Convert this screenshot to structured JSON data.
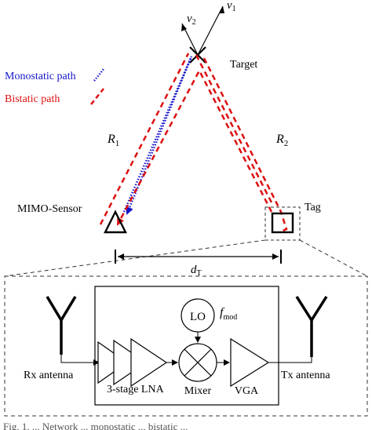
{
  "legend": {
    "monostatic": {
      "label": "Monostatic path",
      "color": "#1515cc"
    },
    "bistatic": {
      "label": "Bistatic path",
      "color": "#dd1111"
    }
  },
  "scene": {
    "target_label": "Target",
    "sensor_label": "MIMO-Sensor",
    "tag_label": "Tag",
    "v1_symbol": "v",
    "v1_sub": "1",
    "v2_symbol": "v",
    "v2_sub": "2",
    "r1_symbol": "R",
    "r1_sub": "1",
    "r2_symbol": "R",
    "r2_sub": "2",
    "dt_symbol": "d",
    "dt_sub": "T"
  },
  "circuit": {
    "rx_label": "Rx antenna",
    "tx_label": "Tx antenna",
    "lna_label": "3-stage LNA",
    "mixer_label": "Mixer",
    "vga_label": "VGA",
    "lo_label": "LO",
    "fmod_symbol": "f",
    "fmod_sub": "mod"
  },
  "caption_fragment": "Fig. 1. ... Network ... monostatic ... bistatic ..."
}
